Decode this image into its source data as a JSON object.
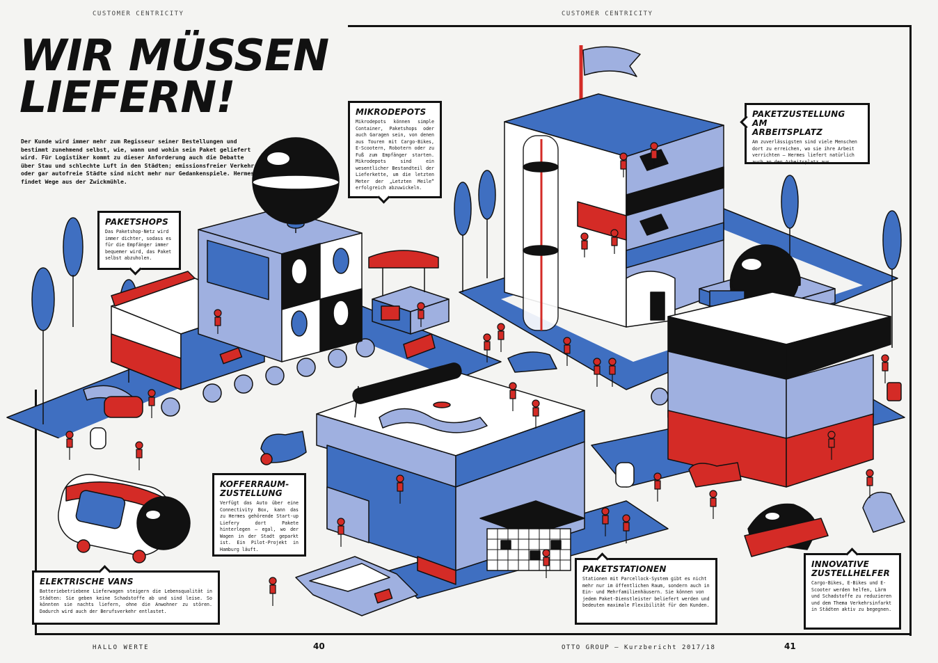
{
  "header": {
    "running_left": "CUSTOMER CENTRICITY",
    "running_right": "CUSTOMER CENTRICITY"
  },
  "article": {
    "title_line1": "WIR MÜSSEN",
    "title_line2": "LIEFERN!",
    "intro": "Der Kunde wird immer mehr zum Regisseur seiner Bestellungen und bestimmt zunehmend selbst, wie, wann und wohin sein Paket geliefert wird. Für Logistiker kommt zu dieser Anforderung auch die Debatte über Stau und schlechte Luft in den Städten; emissionsfreier Verkehr oder gar autofreie Städte sind nicht mehr nur Gedankenspiele. Hermes findet Wege aus der Zwickmühle."
  },
  "callouts": {
    "paketshops": {
      "title": "PAKETSHOPS",
      "text": "Das Paketshop-Netz wird immer dichter, sodass es für die Empfänger immer bequemer wird, das Paket selbst abzuholen."
    },
    "mikrodepots": {
      "title": "MIKRODEPOTS",
      "text": "Mikrodepots können simple Container, Paketshops oder auch Garagen sein, von denen aus Touren mit Cargo-Bikes, E-Scootern, Robotern oder zu Fuß zum Empfänger starten. Mikrodepots sind ein wesentlicher Bestandteil der Lieferkette, um die letzten Meter der „Letzten Meile“ erfolgreich abzuwickeln."
    },
    "arbeitsplatz": {
      "title_line1": "PAKETZUSTELLUNG AM",
      "title_line2": "ARBEITSPLATZ",
      "text": "Am zuverlässigsten sind viele Menschen dort zu erreichen, wo sie ihre Arbeit verrichten – Hermes liefert natürlich auch an den Arbeitsplatz aus."
    },
    "kofferraum": {
      "title_line1": "KOFFERRAUM-",
      "title_line2": "ZUSTELLUNG",
      "text": "Verfügt das Auto über eine Connectivity Box, kann das zu Hermes gehörende Start-up Liefery dort Pakete hinterlegen – egal, wo der Wagen in der Stadt geparkt ist. Ein Pilot-Projekt in Hamburg läuft."
    },
    "vans": {
      "title": "ELEKTRISCHE VANS",
      "text": "Batteriebetriebene Lieferwagen steigern die Lebensqualität in Städten: Sie geben keine Schadstoffe ab und sind leise. So könnten sie nachts liefern, ohne die Anwohner zu stören. Dadurch wird auch der Berufsverkehr entlastet."
    },
    "paketstationen": {
      "title": "PAKETSTATIONEN",
      "text": "Stationen mit Parcellock-System gibt es nicht mehr nur im öffentlichen Raum, sondern auch in Ein- und Mehrfamilienhäusern. Sie können von jedem Paket-Dienstleister beliefert werden und bedeuten maximale Flexibilität für den Kunden."
    },
    "zustellhelfer": {
      "title_line1": "INNOVATIVE",
      "title_line2": "ZUSTELLHELFER",
      "text": "Cargo-Bikes, E-Bikes und E-Scooter werden helfen, Lärm und Schadstoffe zu reduzieren und dem Thema Verkehrsinfarkt in Städten aktiv zu begegnen."
    }
  },
  "footer": {
    "left": "HALLO WERTE",
    "page_left": "40",
    "center": "OTTO GROUP – Kurzbericht 2017/18",
    "page_right": "41"
  },
  "colors": {
    "blue": "#3f6fc1",
    "light_blue": "#9fb0e0",
    "red": "#d42b26",
    "black": "#111111",
    "paper": "#f4f4f2"
  }
}
